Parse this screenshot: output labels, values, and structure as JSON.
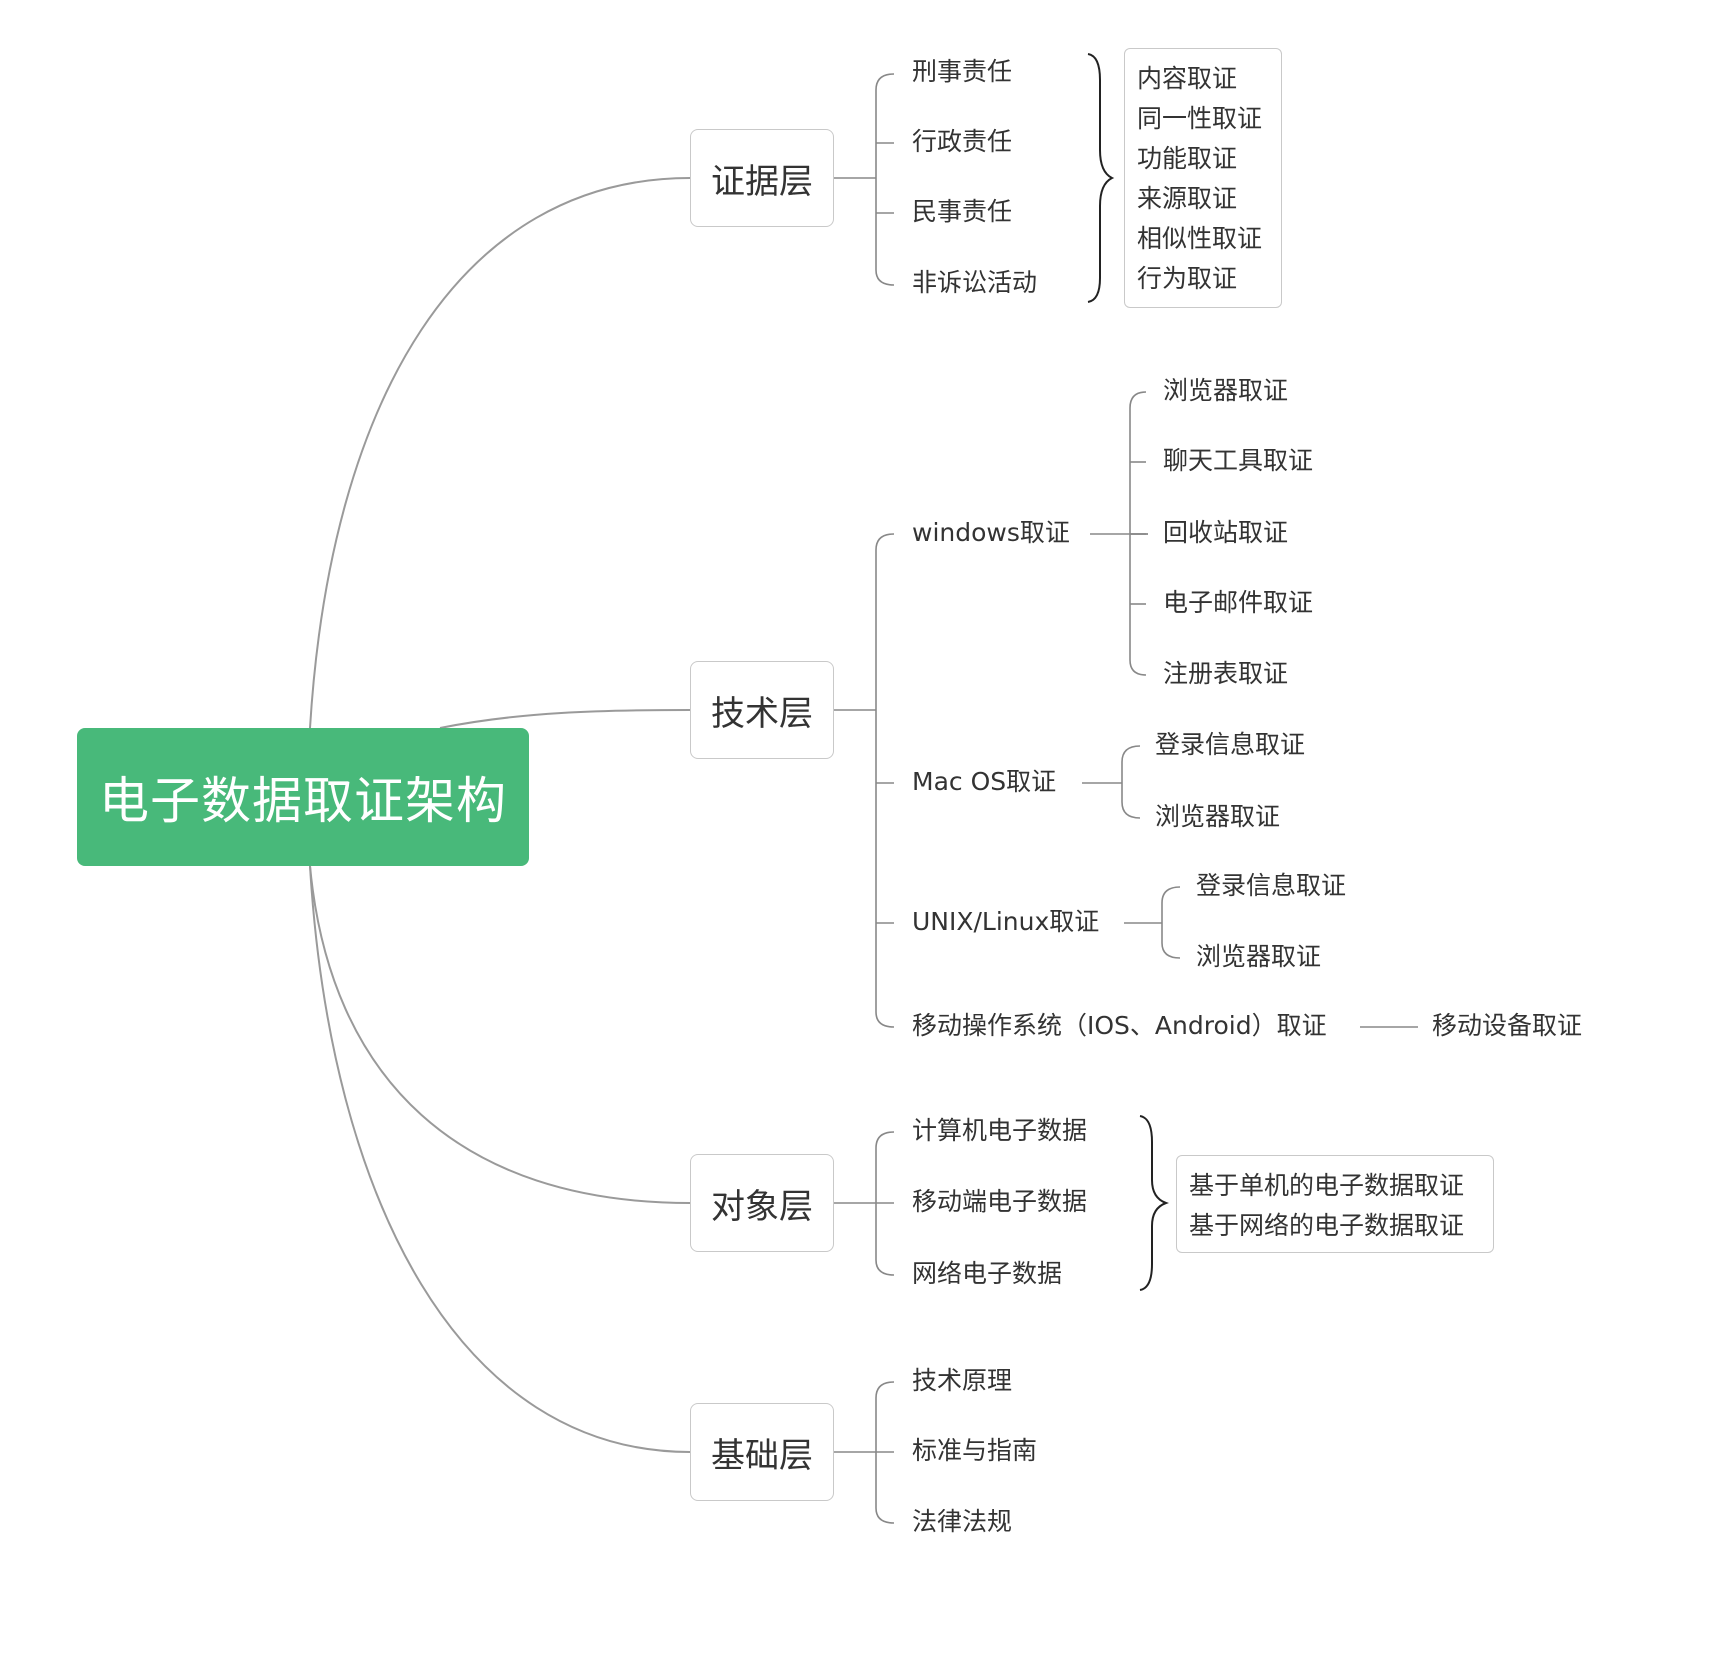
{
  "root": {
    "label": "电子数据取证架构",
    "color": "#48b97a"
  },
  "layers": {
    "evidence": {
      "label": "证据层",
      "items": [
        "刑事责任",
        "行政责任",
        "民事责任",
        "非诉讼活动"
      ],
      "summary": [
        "内容取证",
        "同一性取证",
        "功能取证",
        "来源取证",
        "相似性取证",
        "行为取证"
      ]
    },
    "technical": {
      "label": "技术层",
      "windows": {
        "label": "windows取证",
        "children": [
          "浏览器取证",
          "聊天工具取证",
          "回收站取证",
          "电子邮件取证",
          "注册表取证"
        ]
      },
      "mac": {
        "label": "Mac OS取证",
        "children": [
          "登录信息取证",
          "浏览器取证"
        ]
      },
      "unix": {
        "label": "UNIX/Linux取证",
        "children": [
          "登录信息取证",
          "浏览器取证"
        ]
      },
      "mobile": {
        "label": "移动操作系统（IOS、Android）取证",
        "child": "移动设备取证"
      }
    },
    "object": {
      "label": "对象层",
      "items": [
        "计算机电子数据",
        "移动端电子数据",
        "网络电子数据"
      ],
      "summary": [
        "基于单机的电子数据取证",
        "基于网络的电子数据取证"
      ]
    },
    "foundation": {
      "label": "基础层",
      "items": [
        "技术原理",
        "标准与指南",
        "法律法规"
      ]
    }
  }
}
